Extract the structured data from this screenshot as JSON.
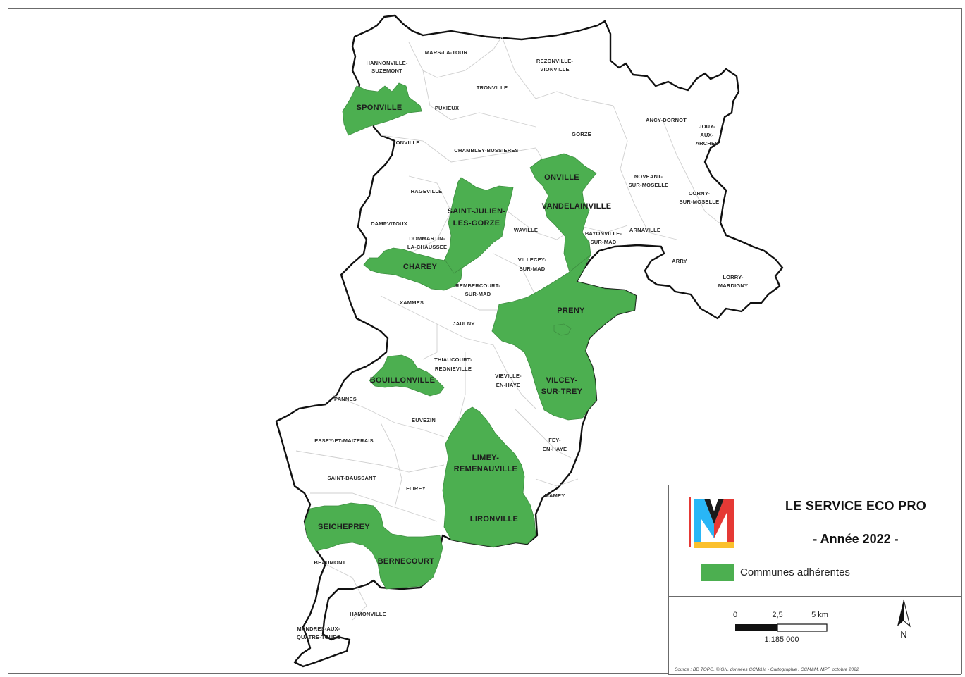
{
  "legend": {
    "title": "LE SERVICE ECO PRO",
    "year": "- Année 2022 -",
    "category_label": "Communes adhérentes",
    "category_color": "#4caf50",
    "scale": {
      "tick0": "0",
      "tick1": "2,5",
      "tick2": "5 km",
      "ratio": "1:185 000"
    },
    "north": "N",
    "source": "Source : BD TOPO, ©IGN, données CCM&M - Cartographie : CCM&M, MPF, octobre 2022"
  },
  "communes_adherentes": {
    "sponville": "SPONVILLE",
    "onville": "ONVILLE",
    "vandelainville": "VANDELAINVILLE",
    "saint_julien_1": "SAINT-JULIEN-",
    "saint_julien_2": "LES-GORZE",
    "charey": "CHAREY",
    "preny": "PRENY",
    "bouillonville": "BOUILLONVILLE",
    "vilcey_1": "VILCEY-",
    "vilcey_2": "SUR-TREY",
    "limey_1": "LIMEY-",
    "limey_2": "REMENAUVILLE",
    "lironville": "LIRONVILLE",
    "seicheprey": "SEICHEPREY",
    "bernecourt": "BERNECOURT"
  },
  "communes": {
    "mars_la_tour": "MARS-LA-TOUR",
    "hannonville_1": "HANNONVILLE-",
    "hannonville_2": "SUZEMONT",
    "rezonville_1": "REZONVILLE-",
    "rezonville_2": "VIONVILLE",
    "tronville": "TRONVILLE",
    "puxieux": "PUXIEUX",
    "xonville": "XONVILLE",
    "gorze": "GORZE",
    "ancy_dornot": "ANCY-DORNOT",
    "jouy_1": "JOUY-",
    "jouy_2": "AUX-",
    "jouy_3": "ARCHES",
    "chambley": "CHAMBLEY-BUSSIERES",
    "noveant_1": "NOVEANT-",
    "noveant_2": "SUR-MOSELLE",
    "corny_1": "CORNY-",
    "corny_2": "SUR-MOSELLE",
    "hageville": "HAGEVILLE",
    "dampvitoux": "DAMPVITOUX",
    "waville": "WAVILLE",
    "bayonville_1": "BAYONVILLE-",
    "bayonville_2": "SUR-MAD",
    "arnaville": "ARNAVILLE",
    "dommartin_1": "DOMMARTIN-",
    "dommartin_2": "LA-CHAUSSEE",
    "villecey_1": "VILLECEY-",
    "villecey_2": "SUR-MAD",
    "arry": "ARRY",
    "lorry_1": "LORRY-",
    "lorry_2": "MARDIGNY",
    "rembercourt_1": "REMBERCOURT-",
    "rembercourt_2": "SUR-MAD",
    "xammes": "XAMMES",
    "jaulny": "JAULNY",
    "thiaucourt_1": "THIAUCOURT-",
    "thiaucourt_2": "REGNIEVILLE",
    "vieville_1": "VIEVILLE-",
    "vieville_2": "EN-HAYE",
    "pannes": "PANNES",
    "euvezin": "EUVEZIN",
    "essey": "ESSEY-ET-MAIZERAIS",
    "fey_1": "FEY-",
    "fey_2": "EN-HAYE",
    "saint_baussant": "SAINT-BAUSSANT",
    "flirey": "FLIREY",
    "mamey": "MAMEY",
    "beaumont": "BEAUMONT",
    "hamonville": "HAMONVILLE",
    "mandres_1": "MANDRES-AUX-",
    "mandres_2": "QUATRE-TOURS"
  }
}
